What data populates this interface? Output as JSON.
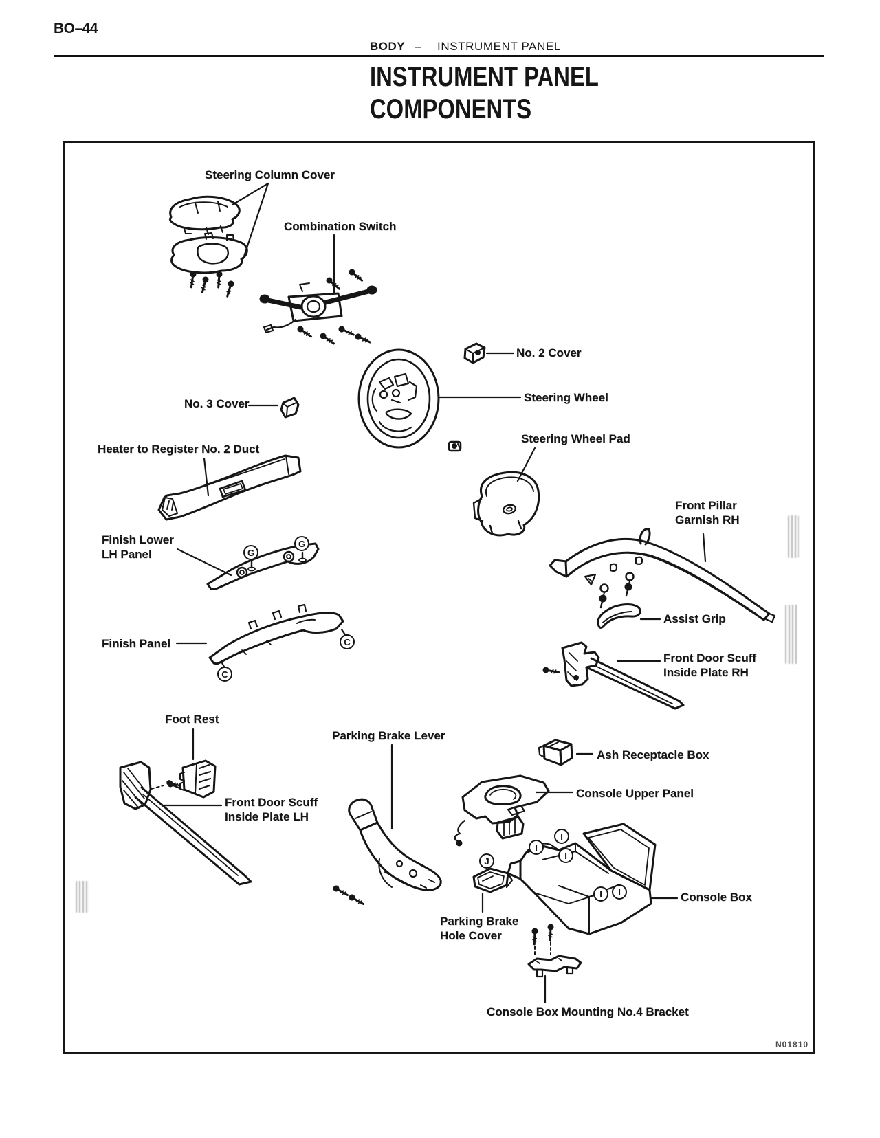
{
  "page": {
    "page_number": "BO–44",
    "running_header": {
      "section": "BODY",
      "separator": "–",
      "topic": "INSTRUMENT PANEL"
    },
    "title_line1": "INSTRUMENT PANEL",
    "title_line2": "COMPONENTS",
    "figure_code": "N01810"
  },
  "diagram": {
    "ink_color": "#161616",
    "labels": {
      "steering_column_cover": {
        "line1": "Steering Column Cover"
      },
      "combination_switch": {
        "line1": "Combination Switch"
      },
      "no2_cover": {
        "line1": "No. 2 Cover"
      },
      "steering_wheel": {
        "line1": "Steering Wheel"
      },
      "no3_cover": {
        "line1": "No. 3 Cover"
      },
      "steering_wheel_pad": {
        "line1": "Steering Wheel Pad"
      },
      "heater_duct": {
        "line1": "Heater to Register No. 2 Duct"
      },
      "finish_lower_lh_panel": {
        "line1": "Finish Lower",
        "line2": "LH Panel"
      },
      "finish_panel": {
        "line1": "Finish Panel"
      },
      "front_pillar_garnish_rh": {
        "line1": "Front Pillar",
        "line2": "Garnish RH"
      },
      "assist_grip": {
        "line1": "Assist Grip"
      },
      "front_door_scuff_rh": {
        "line1": "Front Door Scuff",
        "line2": "Inside Plate RH"
      },
      "foot_rest": {
        "line1": "Foot Rest"
      },
      "front_door_scuff_lh": {
        "line1": "Front Door Scuff",
        "line2": "Inside Plate LH"
      },
      "parking_brake_lever": {
        "line1": "Parking Brake Lever"
      },
      "ash_receptacle_box": {
        "line1": "Ash Receptacle Box"
      },
      "console_upper_panel": {
        "line1": "Console Upper Panel"
      },
      "console_box": {
        "line1": "Console Box"
      },
      "parking_brake_hole_cover": {
        "line1": "Parking Brake",
        "line2": "Hole Cover"
      },
      "console_box_mounting_bracket": {
        "line1": "Console Box Mounting No.4 Bracket"
      }
    },
    "callouts": {
      "g1": "G",
      "g2": "G",
      "c1": "C",
      "c2": "C",
      "i1": "I",
      "i2": "I",
      "i3": "I",
      "i4": "I",
      "i5": "I",
      "j1": "J"
    }
  }
}
